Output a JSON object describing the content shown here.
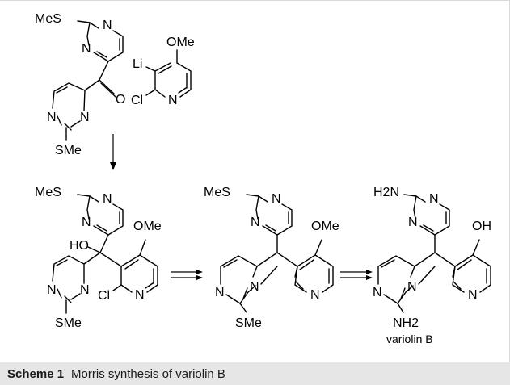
{
  "colors": {
    "background": "#ffffff",
    "frame_border": "#d9d9d9",
    "caption_bg": "#e6e6e6",
    "caption_rule": "#9e9e9e",
    "ink": "#000000"
  },
  "caption": {
    "label": "Scheme 1",
    "text": "Morris synthesis of variolin B"
  },
  "compounds": {
    "ketone": {
      "top_ring": {
        "substituent": "MeS",
        "n_top": "N",
        "n_left": "N"
      },
      "carbonyl_o": "O",
      "bottom_ring": {
        "n_left": "N",
        "n_right": "N",
        "substituent": "SMe"
      }
    },
    "lithiopyridine": {
      "li": "Li",
      "methoxy": "OMe",
      "chloro": "Cl",
      "n": "N"
    },
    "alcohol": {
      "top_ring": {
        "substituent": "MeS",
        "n_top": "N",
        "n_left": "N"
      },
      "hydroxy": "HO",
      "methoxy": "OMe",
      "bottom_ring": {
        "n_left": "N",
        "n_right": "N",
        "substituent": "SMe"
      },
      "chloro": "Cl",
      "n_pyridine": "N"
    },
    "tricycle": {
      "top_ring": {
        "substituent": "MeS",
        "n_top": "N",
        "n_left": "N"
      },
      "methoxy": "OMe",
      "n_left": "N",
      "n_bridge": "N",
      "n_pyridine": "N",
      "substituent": "SMe"
    },
    "variolin_b": {
      "top_ring": {
        "substituent": "H2N",
        "n_top": "N",
        "n_left": "N"
      },
      "hydroxy": "OH",
      "n_left": "N",
      "n_bridge": "N",
      "n_pyridine": "N",
      "amine": "NH2",
      "name": "variolin B"
    }
  }
}
